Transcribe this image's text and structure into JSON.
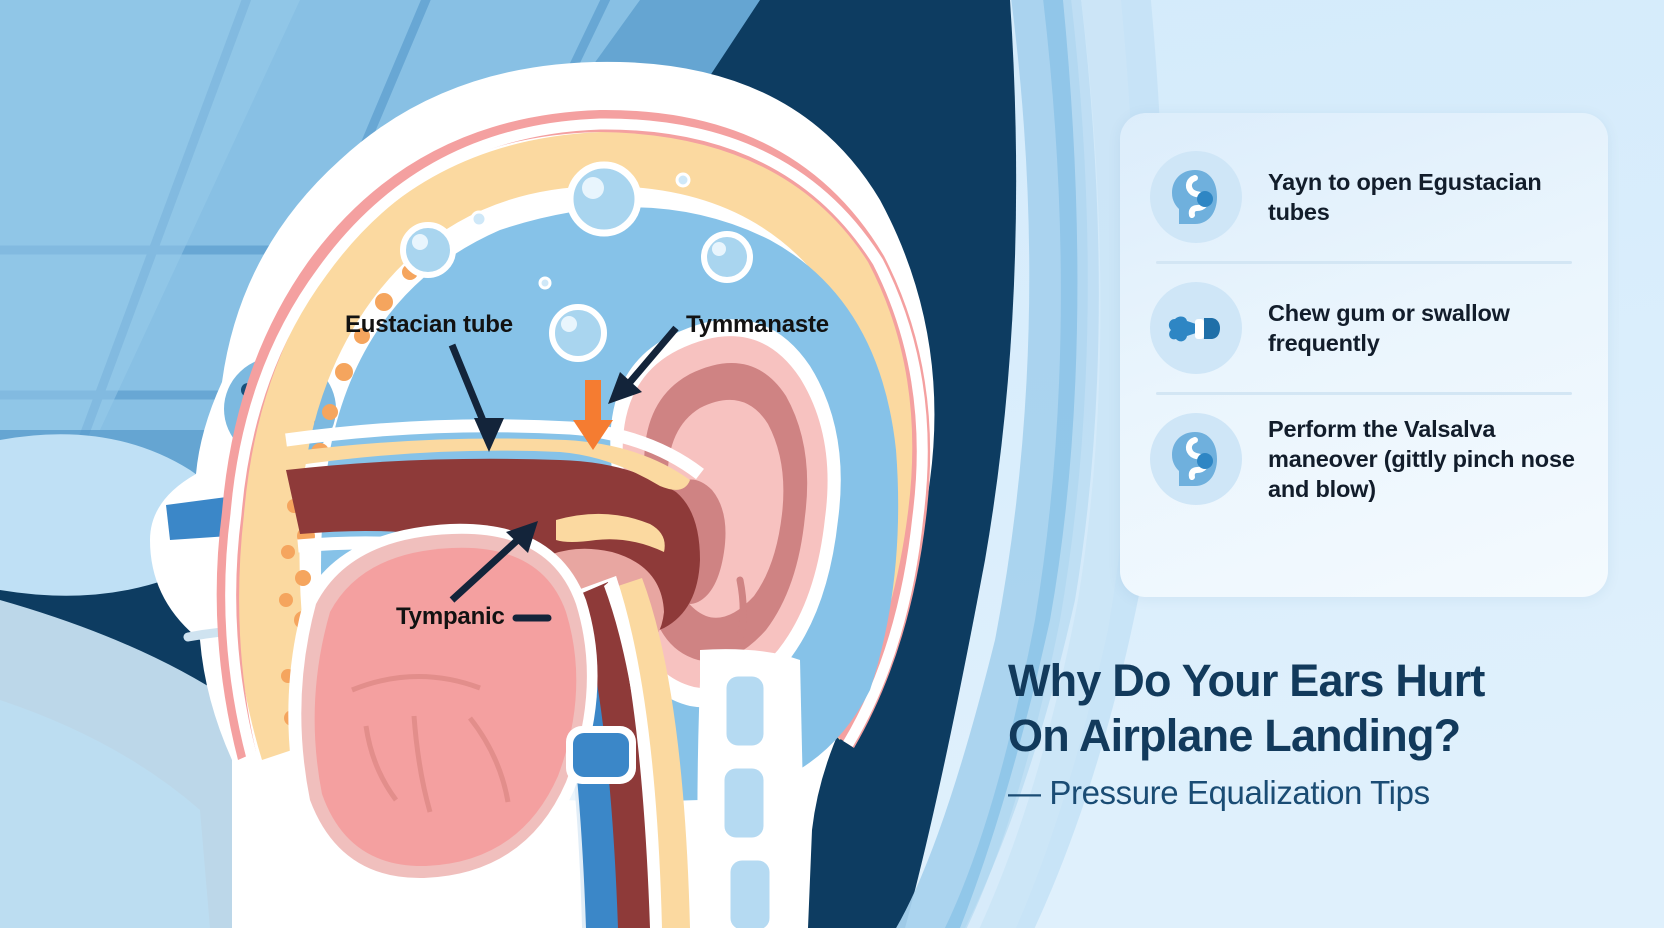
{
  "title": "Why Do Your Ears Hurt On Airplane Landing? — Pressure Equalization Tips",
  "headline": {
    "line1": "Why Do Your Ears Hurt",
    "line2": "On Airplane Landing?",
    "subtitle": "— Pressure Equalization Tips"
  },
  "tips_card": {
    "items": [
      {
        "icon": "head-yawn-eustachian-icon",
        "text": "Yayn to open Egustacian tubes"
      },
      {
        "icon": "chewing-gum-icon",
        "text": "Chew gum or swallow frequently"
      },
      {
        "icon": "head-valsalva-icon",
        "text": "Perform the Valsalva maneover (gittly pinch nose and blow)"
      }
    ]
  },
  "diagram": {
    "labels": [
      {
        "name": "eustacian-tube",
        "text": "Eustacian tube"
      },
      {
        "name": "tympanaste",
        "text": "Tymmanaste"
      },
      {
        "name": "tympanic",
        "text": "Tympanic"
      }
    ],
    "bubble_count": 7,
    "pressure_arrow": "orange-down-arrow"
  },
  "colors": {
    "window_dark_blue": "#0d3c61",
    "window_mid_blue": "#1c5d8c",
    "cabin_light_blue": "#7cb9e0",
    "panel_bg": "#d6ecfb",
    "sky_blue": "#86c2e8",
    "skin_white": "#ffffff",
    "bone_cream": "#fbd9a0",
    "bone_dot": "#f5a55e",
    "muscle_rose": "#f4a0a0",
    "deep_red": "#8e3a39",
    "ear_pink": "#f7c2c0",
    "ear_mid": "#cf8383",
    "vessel_blue": "#3b87c8",
    "arrow_orange": "#f57c31",
    "arrow_dark": "#13243a",
    "text_navy": "#123a5c",
    "text_black": "#121212",
    "icon_circle": "#cfe6f7",
    "icon_blue": "#6fb0dd",
    "icon_deep_blue": "#1f6fa8"
  }
}
